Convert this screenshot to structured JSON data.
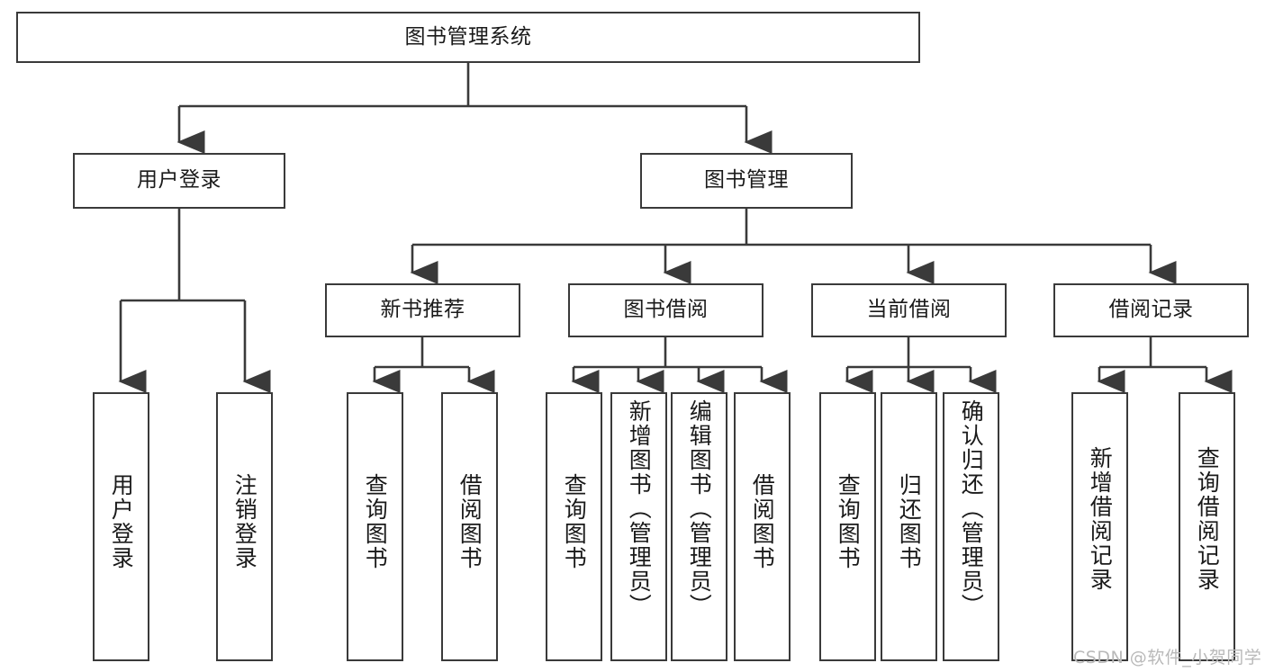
{
  "diagram": {
    "title": "图书管理系统",
    "type": "hierarchy-tree",
    "root": {
      "label": "图书管理系统",
      "id": "root"
    },
    "level2": [
      {
        "id": "user-login",
        "label": "用户登录"
      },
      {
        "id": "book-manage",
        "label": "图书管理"
      }
    ],
    "level3": [
      {
        "id": "new-book-recommend",
        "label": "新书推荐",
        "parent": "book-manage"
      },
      {
        "id": "book-borrow",
        "label": "图书借阅",
        "parent": "book-manage"
      },
      {
        "id": "current-borrow",
        "label": "当前借阅",
        "parent": "book-manage"
      },
      {
        "id": "borrow-record",
        "label": "借阅记录",
        "parent": "book-manage"
      }
    ],
    "leaves": {
      "user_login": [
        {
          "id": "leaf-user-login",
          "label": "用户登录"
        },
        {
          "id": "leaf-logout",
          "label": "注销登录"
        }
      ],
      "new_book_recommend": [
        {
          "id": "leaf-query-book-1",
          "label": "查询图书"
        },
        {
          "id": "leaf-borrow-book-1",
          "label": "借阅图书"
        }
      ],
      "book_borrow": [
        {
          "id": "leaf-query-book-2",
          "label": "查询图书"
        },
        {
          "id": "leaf-add-book",
          "label": "新增图书（管理员）"
        },
        {
          "id": "leaf-edit-book",
          "label": "编辑图书（管理员）"
        },
        {
          "id": "leaf-borrow-book-2",
          "label": "借阅图书"
        }
      ],
      "current_borrow": [
        {
          "id": "leaf-query-book-3",
          "label": "查询图书"
        },
        {
          "id": "leaf-return-book",
          "label": "归还图书"
        },
        {
          "id": "leaf-confirm-return",
          "label": "确认归还（管理员）"
        }
      ],
      "borrow_record": [
        {
          "id": "leaf-add-record",
          "label": "新增借阅记录"
        },
        {
          "id": "leaf-query-record",
          "label": "查询借阅记录"
        }
      ]
    }
  },
  "watermark": {
    "text": "CSDN @软件_小贺同学"
  },
  "colors": {
    "stroke": "#3a3a3a",
    "text": "#1a1a1a",
    "background": "#ffffff",
    "watermark": "#b9b9b9"
  }
}
